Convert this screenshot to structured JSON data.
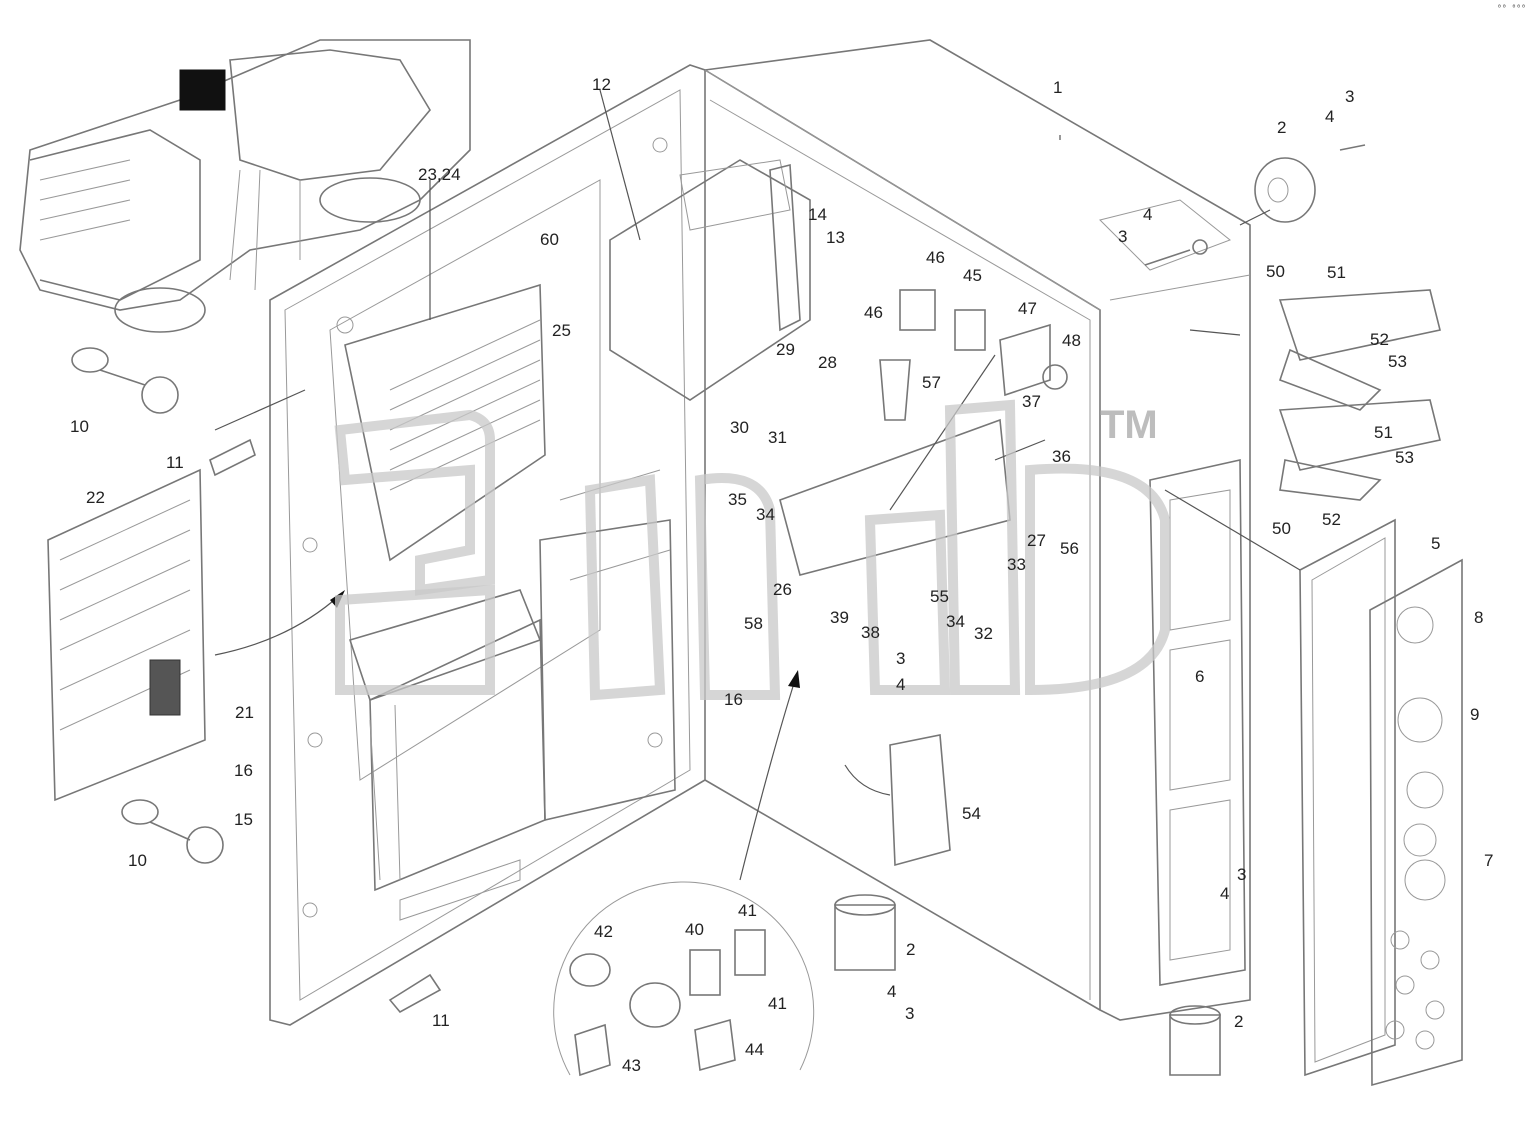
{
  "watermark": {
    "trademark": "TM"
  },
  "corner_mark": "⁰⁰ ⁰⁰⁰",
  "callouts": {
    "c1": "1",
    "c2": "2",
    "c3": "3",
    "c4": "4",
    "c5": "5",
    "c6": "6",
    "c7": "7",
    "c8": "8",
    "c9": "9",
    "c10": "10",
    "c11": "11",
    "c12": "12",
    "c13": "13",
    "c14": "14",
    "c15": "15",
    "c16": "16",
    "c21": "21",
    "c22": "22",
    "c23_24": "23,24",
    "c25": "25",
    "c26": "26",
    "c27": "27",
    "c28": "28",
    "c29": "29",
    "c30": "30",
    "c31": "31",
    "c32": "32",
    "c33": "33",
    "c34": "34",
    "c35": "35",
    "c36": "36",
    "c37": "37",
    "c38": "38",
    "c39": "39",
    "c40": "40",
    "c41": "41",
    "c42": "42",
    "c43": "43",
    "c44": "44",
    "c45": "45",
    "c46": "46",
    "c47": "47",
    "c48": "48",
    "c50": "50",
    "c51": "51",
    "c52": "52",
    "c53": "53",
    "c54": "54",
    "c55": "55",
    "c56": "56",
    "c57": "57",
    "c58": "58",
    "c60": "60"
  }
}
